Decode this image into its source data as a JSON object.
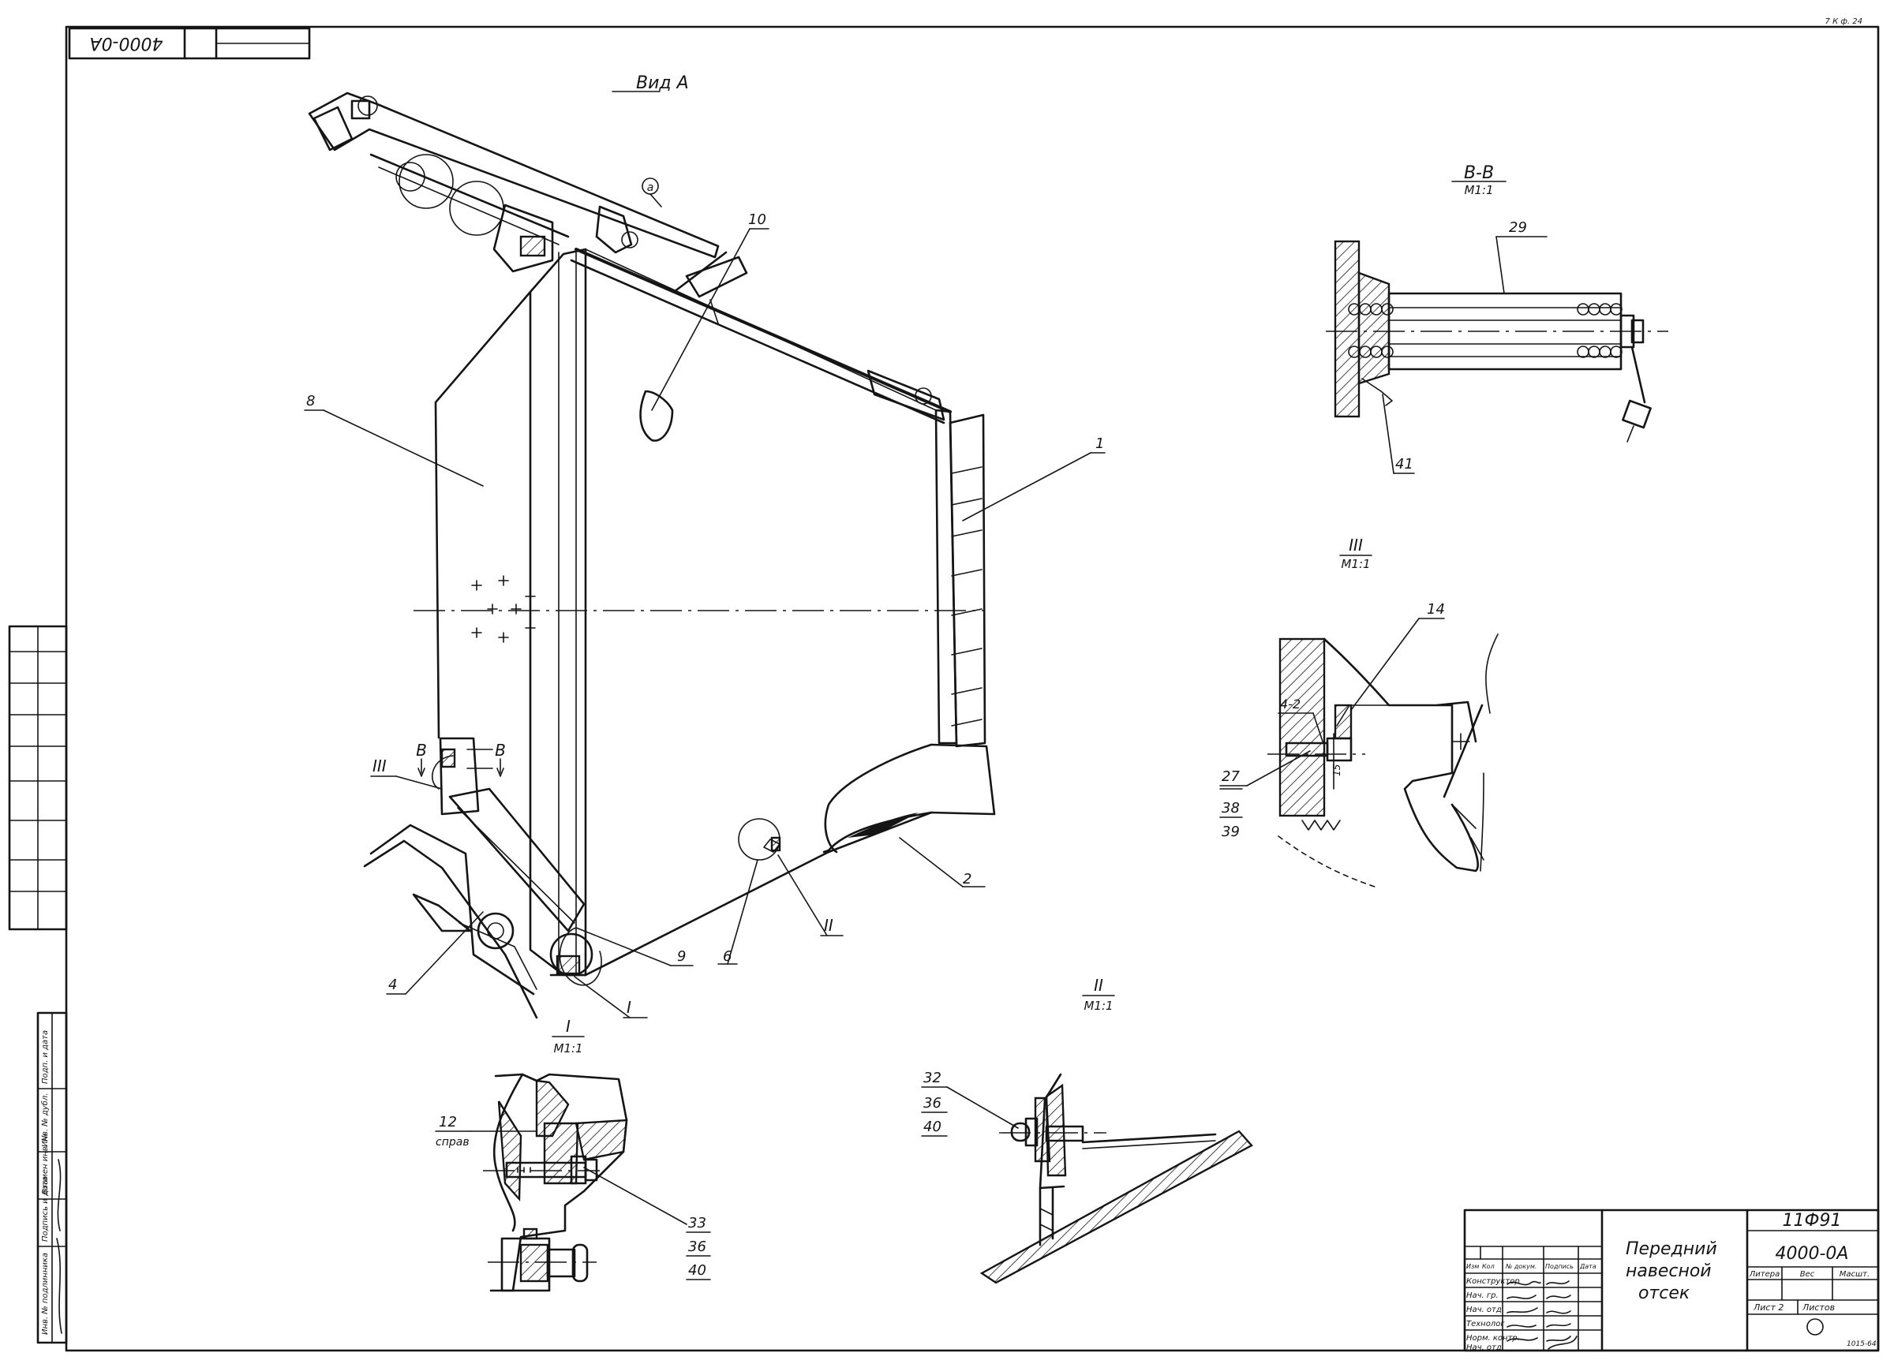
{
  "drawing": {
    "corner_code": "4000-0А",
    "top_right_mark": "7 К ф. 24",
    "views": {
      "view_a": "Вид А",
      "section_bb": "В-В",
      "detail_1": "I",
      "detail_2": "II",
      "detail_3": "III",
      "scale": "М1:1"
    },
    "section_marks": {
      "b_left": "В",
      "b_right": "В"
    },
    "callouts": {
      "c1": "1",
      "c2": "2",
      "c4": "4",
      "c6": "6",
      "c8": "8",
      "c9": "9",
      "c10": "10",
      "r1": "I",
      "r2": "II",
      "r3": "III",
      "c12": "12",
      "c12_note": "справ",
      "c14": "14",
      "c27": "27",
      "c29": "29",
      "c32": "32",
      "c33": "33",
      "c36": "36",
      "c38": "38",
      "c39": "39",
      "c40": "40",
      "c41": "41",
      "c42": "4-2",
      "c_a": "а",
      "dim_15": "15"
    },
    "title_block": {
      "product": "11Ф91",
      "doc_number": "4000-0А",
      "name_line1": "Передний",
      "name_line2": "навесной",
      "name_line3": "отсек",
      "col_litera": "Литера",
      "col_weight": "Вес",
      "col_scale": "Масшт.",
      "sheet": "Лист 2",
      "sheets": "Листов",
      "header_izm": "Изм",
      "header_kol": "Кол",
      "header_doc": "№ докум.",
      "header_sign": "Подпись",
      "header_date": "Дата",
      "roles": [
        "Конструктор",
        "Нач. гр.",
        "Нач. отд.",
        "Технолог",
        "Норм. контр.",
        "Нач. отд."
      ],
      "format_code": "1015-64"
    },
    "side_strip": {
      "inv_podl": "Инв. № подлинника",
      "sign_date": "Подпись и дата",
      "vzam_inv": "Взамен инв. №",
      "inv_dubl": "Инв. № дубл.",
      "sign_date2": "Подп. и дата"
    }
  }
}
